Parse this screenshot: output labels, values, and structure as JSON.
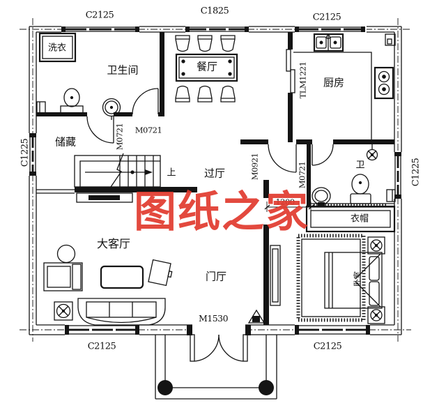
{
  "watermark": {
    "text": "图纸之家",
    "color": "#E13A2E"
  },
  "rooms": {
    "laundry": "洗衣",
    "bathroom": "卫生间",
    "dining": "餐厅",
    "kitchen": "厨房",
    "storage": "储藏",
    "hall": "过厅",
    "wc": "卫",
    "cloakroom": "衣帽",
    "living_room": "大客厅",
    "foyer": "门厅",
    "bedroom": "卧室"
  },
  "stairs": {
    "up": "上"
  },
  "doors": {
    "storage_door": "M0721",
    "bathroom_door": "M0721",
    "kitchen_sliding_door": "TLM1221",
    "hall_door": "M0921",
    "wc_door": "M0721",
    "entry_door": "M1530"
  },
  "windows": {
    "top_left": "C2125",
    "top_middle": "C1825",
    "top_right": "C2125",
    "left": "C1225",
    "right": "C1225",
    "bottom_left": "C2125",
    "bottom_right": "C2125"
  },
  "dimensions": {
    "corridor_width": "1200"
  },
  "colors": {
    "ink": "#141414",
    "watermark_red": "#E13A2E"
  }
}
